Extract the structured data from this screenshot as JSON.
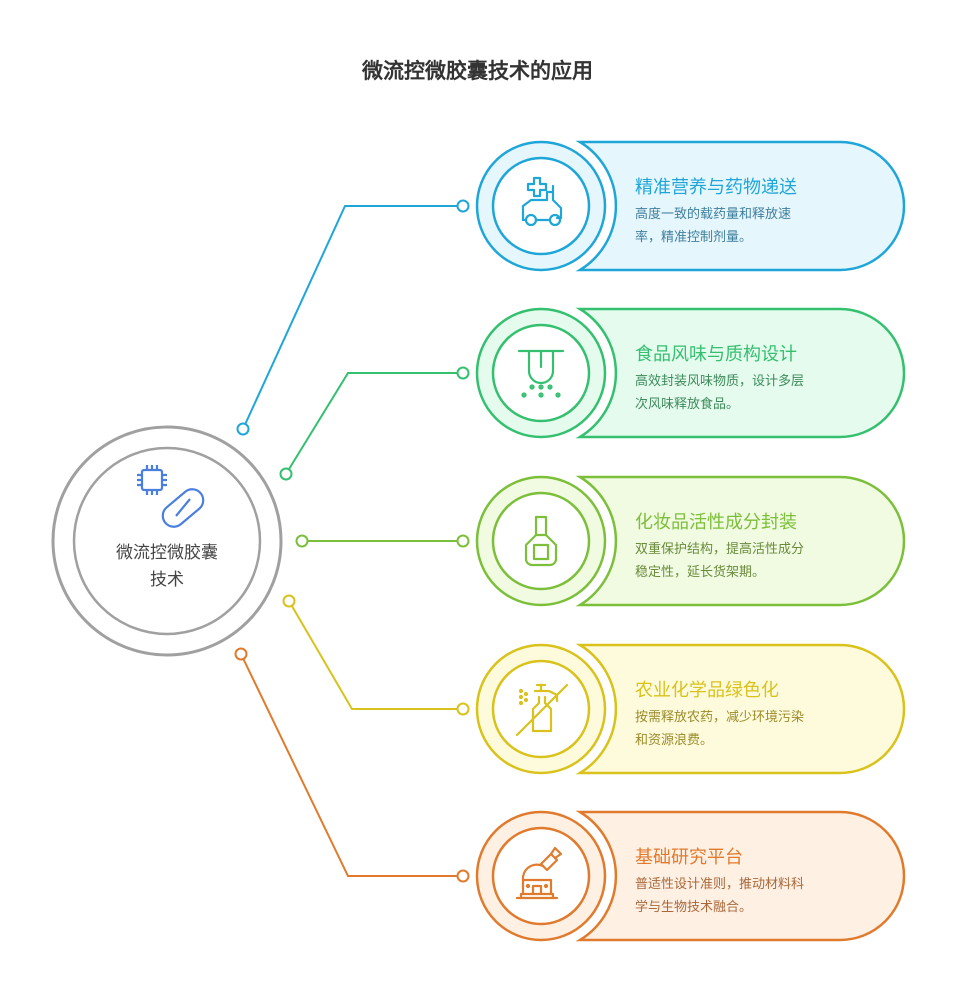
{
  "title": "微流控微胶囊技术的应用",
  "center": {
    "line1": "微流控微胶囊",
    "line2": "技术",
    "icons": [
      "chip-icon",
      "pill-capsule-icon"
    ],
    "color": "#9e9e9e"
  },
  "items": [
    {
      "title": "精准营养与药物递送",
      "desc_line1": "高度一致的载药量和释放速",
      "desc_line2": "率，精准控制剂量。",
      "icon": "ambulance-scooter-icon",
      "color": "#1fa6d9",
      "fill": "#e6f6fd",
      "text": "#3f7f9c"
    },
    {
      "title": "食品风味与质构设计",
      "desc_line1": "高效封装风味物质，设计多层",
      "desc_line2": "次风味释放食品。",
      "icon": "dropper-dots-icon",
      "color": "#34c06f",
      "fill": "#e4fbee",
      "text": "#3f8a5c"
    },
    {
      "title": "化妆品活性成分封装",
      "desc_line1": "双重保护结构，提高活性成分",
      "desc_line2": "稳定性，延长货架期。",
      "icon": "nail-polish-bottle-icon",
      "color": "#7cbf3a",
      "fill": "#f0fbe1",
      "text": "#6a8a3c"
    },
    {
      "title": "农业化学品绿色化",
      "desc_line1": "按需释放农药，减少环境污染",
      "desc_line2": "和资源浪费。",
      "icon": "no-spray-icon",
      "color": "#d9c21c",
      "fill": "#fefbdc",
      "text": "#9a8a2a"
    },
    {
      "title": "基础研究平台",
      "desc_line1": "普适性设计准则，推动材料科",
      "desc_line2": "学与生物技术融合。",
      "icon": "observatory-icon",
      "color": "#e07b2e",
      "fill": "#fff0e4",
      "text": "#a8683a"
    }
  ]
}
